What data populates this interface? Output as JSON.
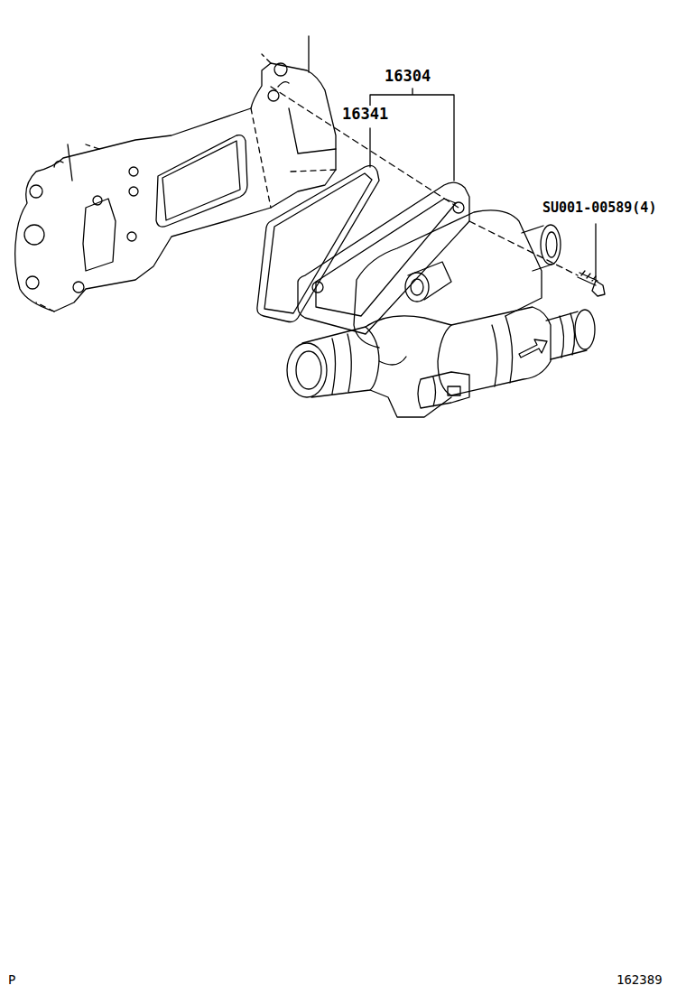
{
  "diagram": {
    "labels": [
      "16304",
      "16341",
      "SU001-00589(4)",
      "P",
      "162389"
    ]
  }
}
